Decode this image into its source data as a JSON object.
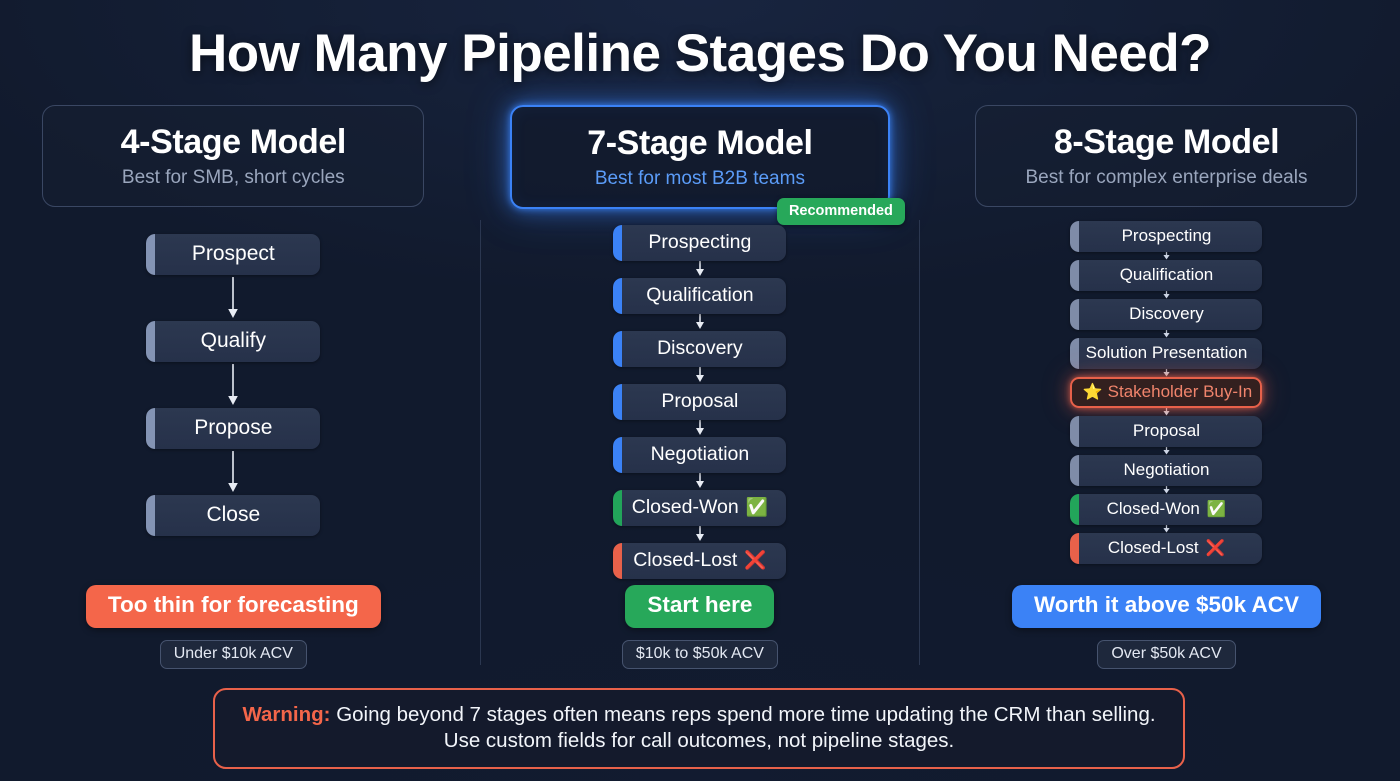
{
  "page": {
    "title": "How Many Pipeline Stages Do You Need?",
    "background_color": "#111a2d"
  },
  "colors": {
    "accent_blue": "#3b82f6",
    "accent_green": "#27a85a",
    "accent_red": "#f4664a",
    "stage_accent_default": "#8494b4",
    "stage_accent_won": "#22a55a",
    "stage_accent_lost": "#e8614a",
    "muted_text": "#9aa6bd"
  },
  "columns": [
    {
      "id": "four-stage",
      "title": "4-Stage Model",
      "subtitle": "Best for SMB, short cycles",
      "featured": false,
      "badge": null,
      "stages": [
        {
          "label": "Prospect",
          "accent": "default",
          "mark": ""
        },
        {
          "label": "Qualify",
          "accent": "default",
          "mark": ""
        },
        {
          "label": "Propose",
          "accent": "default",
          "mark": ""
        },
        {
          "label": "Close",
          "accent": "default",
          "mark": ""
        }
      ],
      "cta": {
        "label": "Too thin for forecasting",
        "style": "danger"
      },
      "acv": "Under $10k ACV"
    },
    {
      "id": "seven-stage",
      "title": "7-Stage Model",
      "subtitle": "Best for most B2B teams",
      "featured": true,
      "badge": "Recommended",
      "stages": [
        {
          "label": "Prospecting",
          "accent": "blue",
          "mark": ""
        },
        {
          "label": "Qualification",
          "accent": "blue",
          "mark": ""
        },
        {
          "label": "Discovery",
          "accent": "blue",
          "mark": ""
        },
        {
          "label": "Proposal",
          "accent": "blue",
          "mark": ""
        },
        {
          "label": "Negotiation",
          "accent": "blue",
          "mark": ""
        },
        {
          "label": "Closed-Won",
          "accent": "won",
          "mark": "✅"
        },
        {
          "label": "Closed-Lost",
          "accent": "lost",
          "mark": "❌"
        }
      ],
      "cta": {
        "label": "Start here",
        "style": "success"
      },
      "acv": "$10k to $50k ACV"
    },
    {
      "id": "eight-stage",
      "title": "8-Stage Model",
      "subtitle": "Best for complex enterprise deals",
      "featured": false,
      "badge": null,
      "stages": [
        {
          "label": "Prospecting",
          "accent": "default",
          "mark": ""
        },
        {
          "label": "Qualification",
          "accent": "default",
          "mark": ""
        },
        {
          "label": "Discovery",
          "accent": "default",
          "mark": ""
        },
        {
          "label": "Solution Presentation",
          "accent": "default",
          "mark": ""
        },
        {
          "label": "Stakeholder Buy-In",
          "accent": "highlight",
          "star": "⭐",
          "mark": ""
        },
        {
          "label": "Proposal",
          "accent": "default",
          "mark": ""
        },
        {
          "label": "Negotiation",
          "accent": "default",
          "mark": ""
        },
        {
          "label": "Closed-Won",
          "accent": "won",
          "mark": "✅"
        },
        {
          "label": "Closed-Lost",
          "accent": "lost",
          "mark": "❌"
        }
      ],
      "cta": {
        "label": "Worth it above $50k ACV",
        "style": "primary"
      },
      "acv": "Over $50k ACV"
    }
  ],
  "warning": {
    "lead": "Warning:",
    "line1": " Going beyond 7 stages often means reps spend more time updating the CRM than selling.",
    "line2": "Use custom fields for call outcomes, not pipeline stages."
  },
  "icons": {
    "down_arrow": "down-arrow-icon",
    "star": "star-icon",
    "check": "white-check-mark-icon",
    "cross": "cross-mark-icon"
  }
}
